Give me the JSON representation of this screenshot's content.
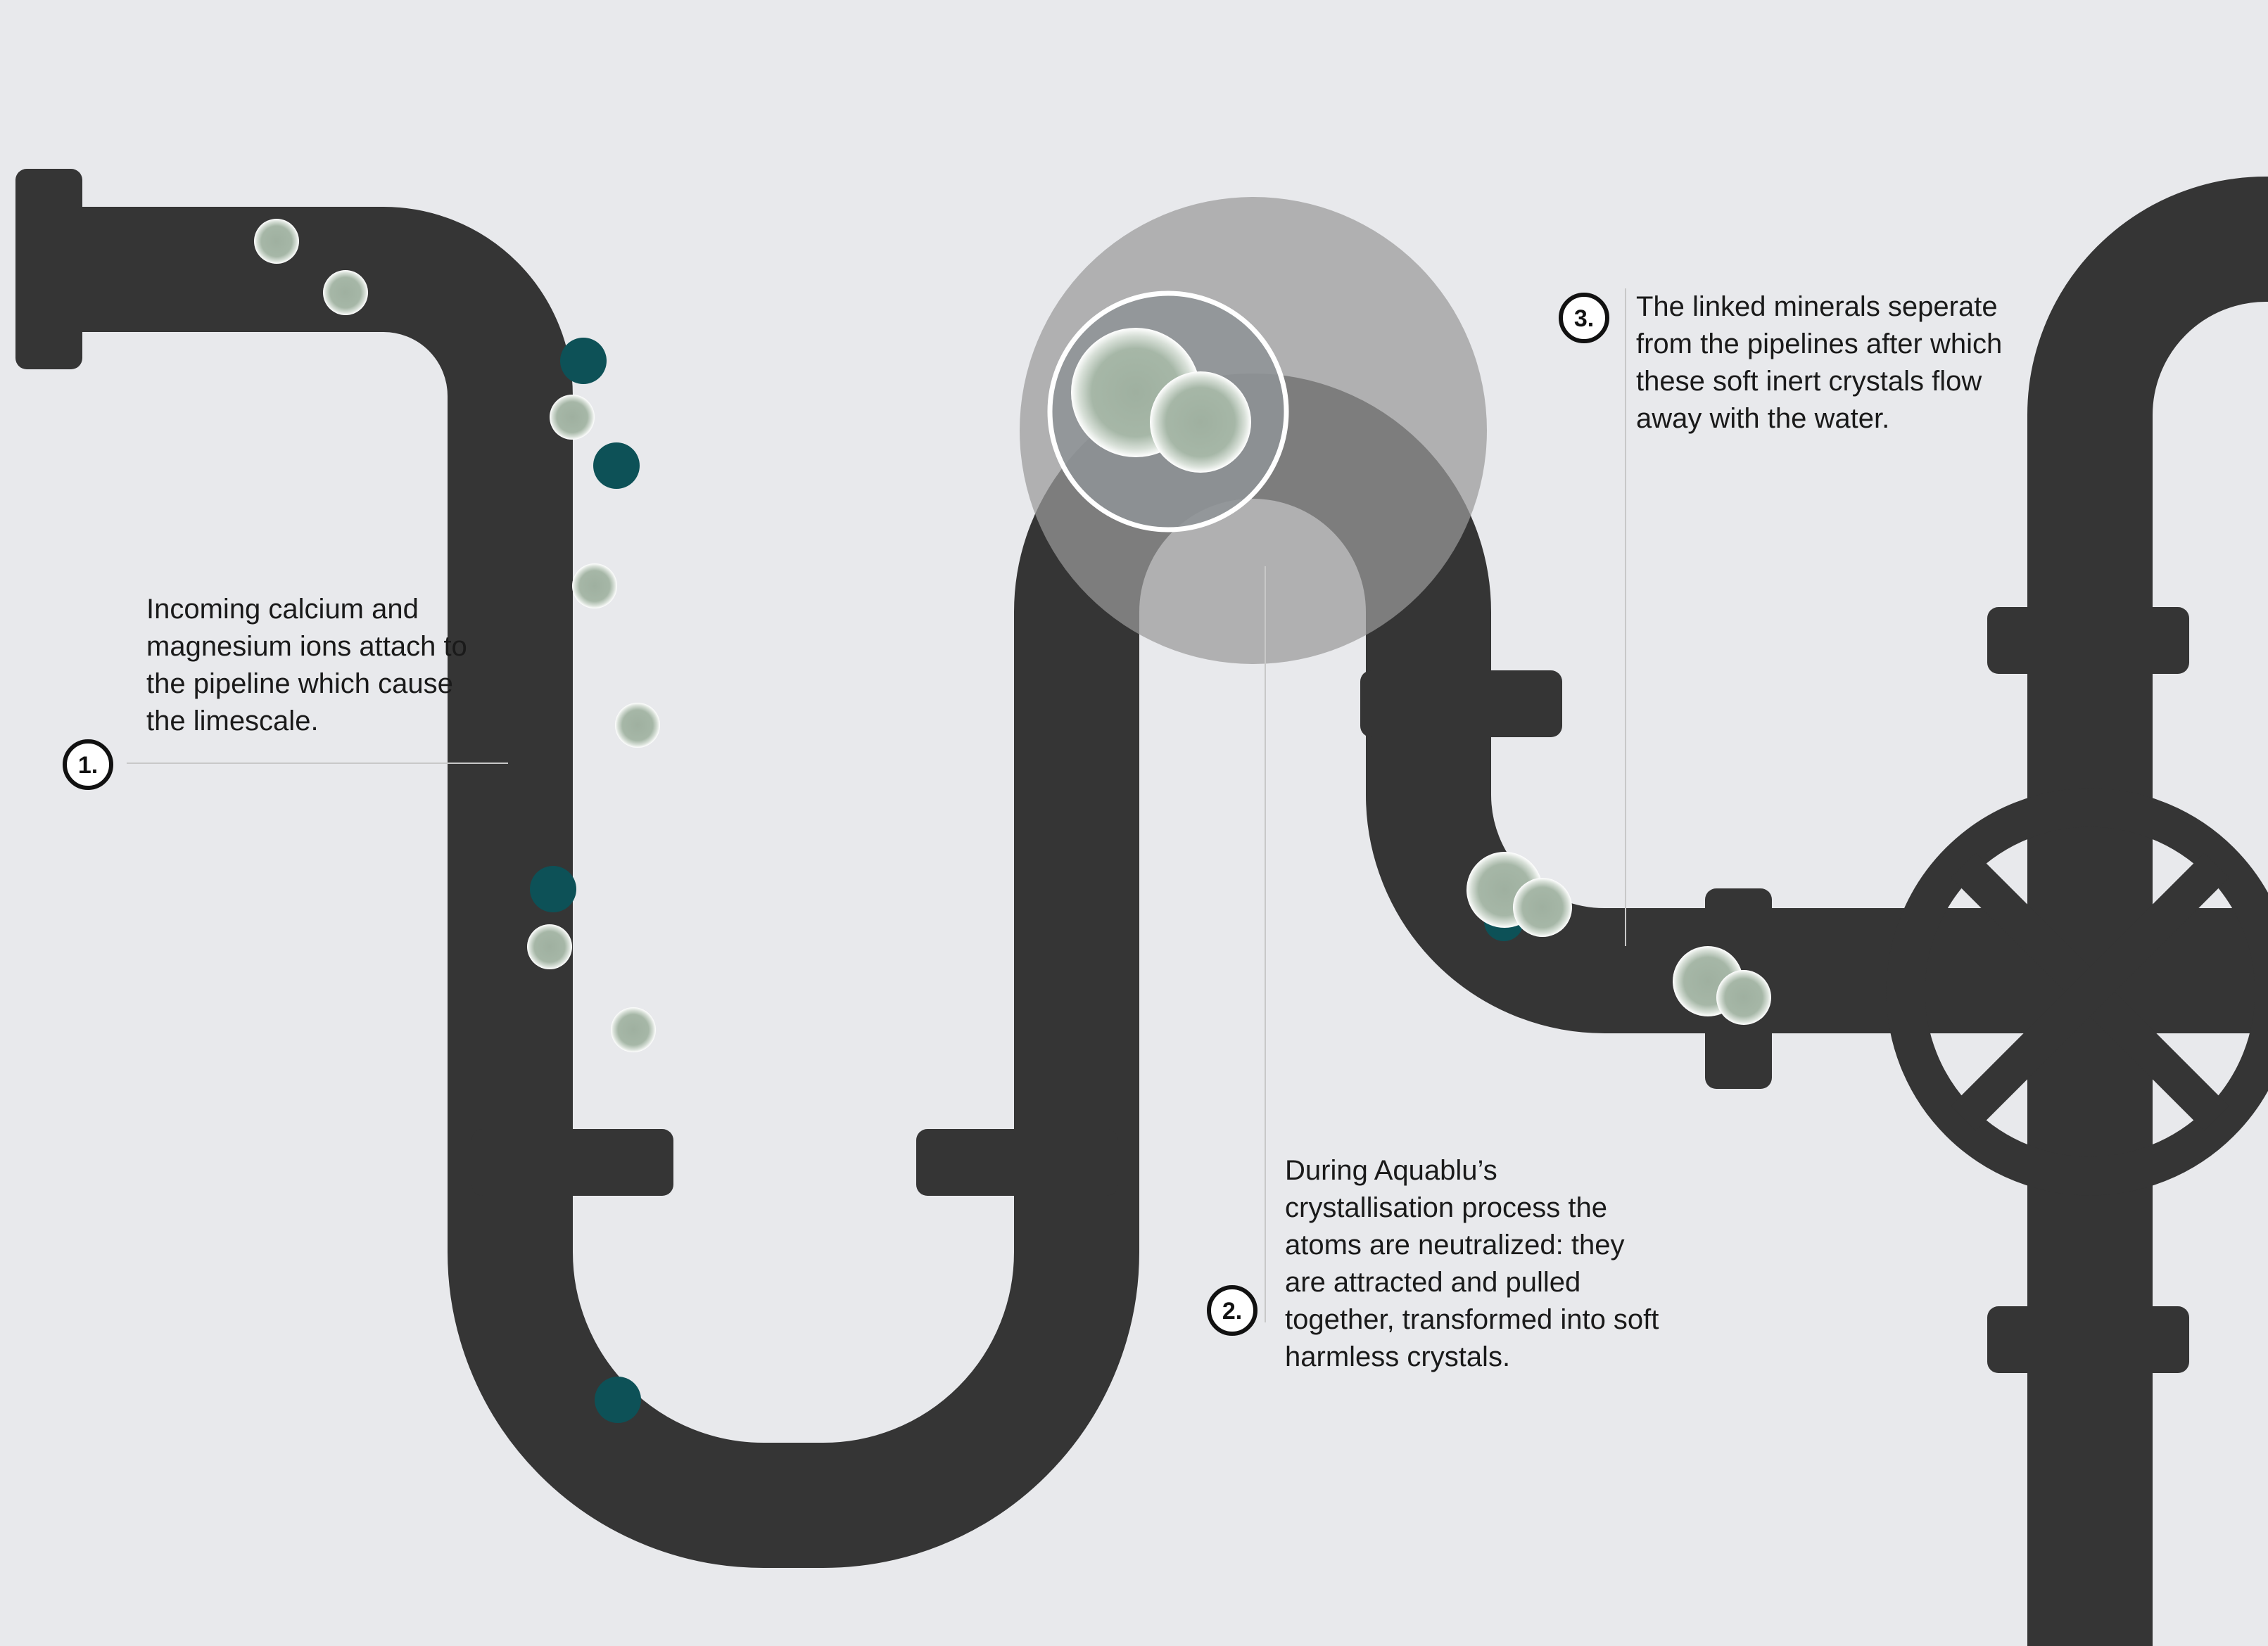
{
  "steps": [
    {
      "number": "1.",
      "text": "Incoming calcium and magnesium ions attach to the pipeline which cause the limescale."
    },
    {
      "number": "2.",
      "text": "During Aquablu’s crystallisation process the atoms are neutralized: they are attracted and pulled together, transformed into soft harmless crystals."
    },
    {
      "number": "3.",
      "text": "The linked minerals seperate from the pipelines after which these soft inert crystals flow away with the water."
    }
  ],
  "colors": {
    "background": "#e8e9ec",
    "pipe": "#353535",
    "ion_light": "#9fb0a0",
    "ion_dark": "#0d5157",
    "magnifier": "#9a9a9a"
  }
}
